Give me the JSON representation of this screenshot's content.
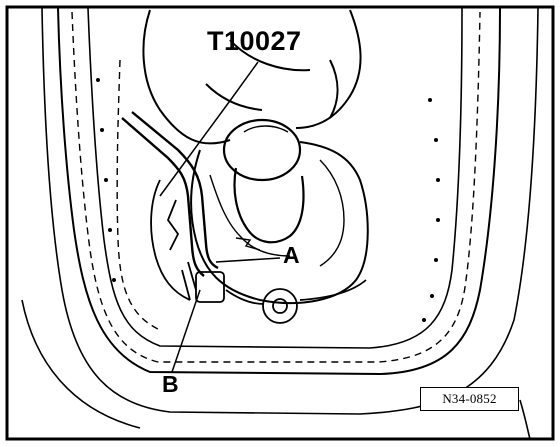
{
  "figure": {
    "tool_label": "T10027",
    "callout_a": "A",
    "callout_b": "B",
    "reference_code": "N34-0852"
  },
  "colors": {
    "ink": "#000000",
    "paper": "#ffffff"
  }
}
